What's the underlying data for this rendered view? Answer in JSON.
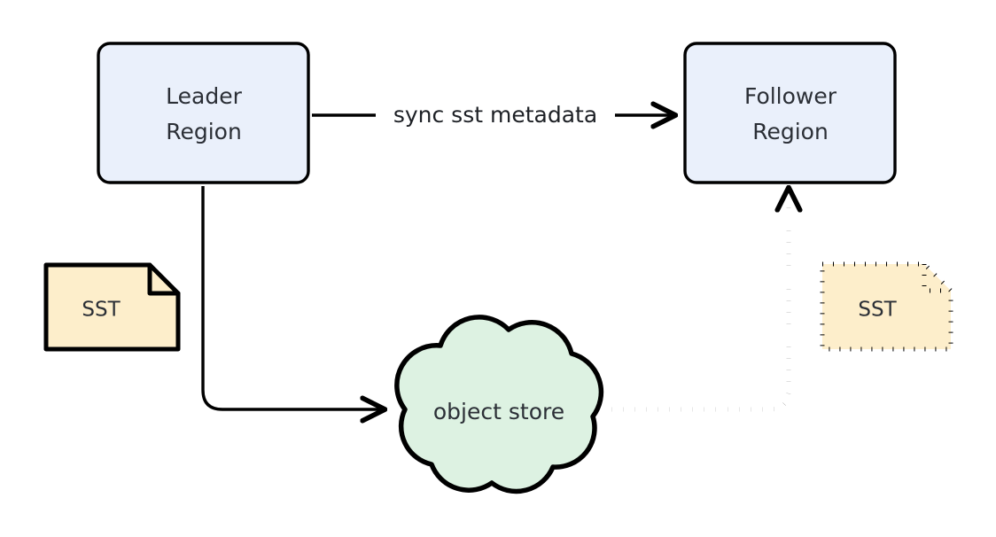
{
  "diagram": {
    "type": "architecture-flow-diagram",
    "background": "#ffffff",
    "stroke_color": "#000000",
    "text_color": "#2b2f36",
    "nodes": [
      {
        "id": "leader-region",
        "shape": "rounded-rectangle",
        "label_line1": "Leader",
        "label_line2": "Region",
        "fill": "#eaf0fb",
        "stroke": "#000000"
      },
      {
        "id": "follower-region",
        "shape": "rounded-rectangle",
        "label_line1": "Follower",
        "label_line2": "Region",
        "fill": "#eaf0fb",
        "stroke": "#000000"
      },
      {
        "id": "object-store",
        "shape": "cloud",
        "label": "object store",
        "fill": "#ddf2e2",
        "stroke": "#000000"
      },
      {
        "id": "sst-leader",
        "shape": "note",
        "label": "SST",
        "fill": "#fdeecb",
        "stroke": "#000000",
        "border_style": "solid"
      },
      {
        "id": "sst-follower",
        "shape": "note",
        "label": "SST",
        "fill": "#fdeecb",
        "stroke": "#000000",
        "border_style": "dotted"
      }
    ],
    "edges": [
      {
        "id": "sync-metadata-edge",
        "from": "leader-region",
        "to": "follower-region",
        "label": "sync sst metadata",
        "style": "solid",
        "arrow": "end"
      },
      {
        "id": "upload-edge",
        "from": "leader-region",
        "to": "object-store",
        "label": "",
        "style": "solid",
        "arrow": "end"
      },
      {
        "id": "download-edge",
        "from": "object-store",
        "to": "follower-region",
        "label": "",
        "style": "dotted",
        "arrow": "end"
      }
    ]
  }
}
